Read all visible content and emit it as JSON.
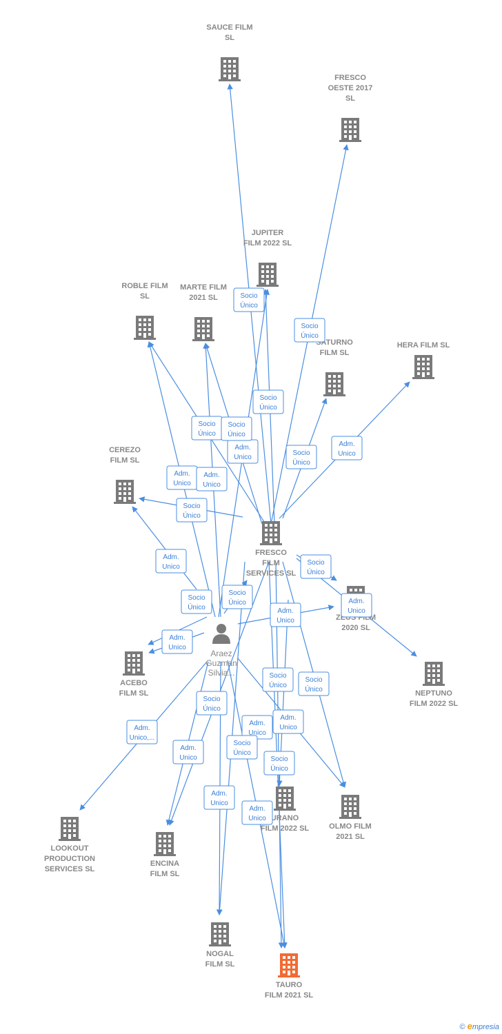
{
  "colors": {
    "edge": "#4a8ee0",
    "building": "#7a7a7a",
    "target": "#f26b33",
    "label": "#888888"
  },
  "person": {
    "id": "araez",
    "label": [
      "Araez",
      "Guzman",
      "Silvia..."
    ],
    "icon": "person-icon"
  },
  "nodes": [
    {
      "id": "sauce",
      "label": [
        "SAUCE FILM",
        "SL"
      ],
      "icon": "building-icon"
    },
    {
      "id": "fresco_oeste",
      "label": [
        "FRESCO",
        "OESTE 2017",
        "SL"
      ],
      "icon": "building-icon"
    },
    {
      "id": "jupiter",
      "label": [
        "JUPITER",
        "FILM 2022  SL"
      ],
      "icon": "building-icon"
    },
    {
      "id": "roble",
      "label": [
        "ROBLE FILM",
        "SL"
      ],
      "icon": "building-icon"
    },
    {
      "id": "marte",
      "label": [
        "MARTE FILM",
        "2021  SL"
      ],
      "icon": "building-icon"
    },
    {
      "id": "hera",
      "label": [
        "HERA FILM  SL"
      ],
      "icon": "building-icon"
    },
    {
      "id": "saturno",
      "label": [
        "SATURNO",
        "FILM  SL"
      ],
      "icon": "building-icon"
    },
    {
      "id": "cerezo",
      "label": [
        "CEREZO",
        "FILM  SL"
      ],
      "icon": "building-icon"
    },
    {
      "id": "fresco_services",
      "label": [
        "FRESCO",
        "FILM",
        "SERVICES SL"
      ],
      "icon": "building-icon"
    },
    {
      "id": "zeus",
      "label": [
        "ZEUS FILM",
        "2020  SL"
      ],
      "icon": "building-icon"
    },
    {
      "id": "neptuno",
      "label": [
        "NEPTUNO",
        "FILM 2022  SL"
      ],
      "icon": "building-icon"
    },
    {
      "id": "acebo",
      "label": [
        "ACEBO",
        "FILM  SL"
      ],
      "icon": "building-icon"
    },
    {
      "id": "lookout",
      "label": [
        "LOOKOUT",
        "PRODUCTION",
        "SERVICES SL"
      ],
      "icon": "building-icon"
    },
    {
      "id": "encina",
      "label": [
        "ENCINA",
        "FILM  SL"
      ],
      "icon": "building-icon"
    },
    {
      "id": "urano",
      "label": [
        "URANO",
        "FILM 2022  SL"
      ],
      "icon": "building-icon"
    },
    {
      "id": "olmo",
      "label": [
        "OLMO FILM",
        "2021  SL"
      ],
      "icon": "building-icon"
    },
    {
      "id": "nogal",
      "label": [
        "NOGAL",
        "FILM  SL"
      ],
      "icon": "building-icon"
    },
    {
      "id": "tauro",
      "label": [
        "TAURO",
        "FILM 2021  SL"
      ],
      "icon": "building-icon",
      "highlight": true
    }
  ],
  "edge_labels": [
    [
      "Socio",
      "Único"
    ],
    [
      "Socio",
      "Único"
    ],
    [
      "Socio",
      "Único"
    ],
    [
      "Socio",
      "Único"
    ],
    [
      "Adm.",
      "Unico"
    ],
    [
      "Socio",
      "Único"
    ],
    [
      "Socio",
      "Único"
    ],
    [
      "Adm.",
      "Unico"
    ],
    [
      "Adm.",
      "Unico"
    ],
    [
      "Socio",
      "Único"
    ],
    [
      "Adm.",
      "Unico"
    ],
    [
      "Adm.",
      "Unico"
    ],
    [
      "Socio",
      "Único"
    ],
    [
      "Socio",
      "Único"
    ],
    [
      "Socio",
      "Único"
    ],
    [
      "Adm.",
      "Unico"
    ],
    [
      "Adm.",
      "Unico"
    ],
    [
      "Adm.",
      "Unico"
    ],
    [
      "Socio",
      "Único"
    ],
    [
      "Socio",
      "Único"
    ],
    [
      "Adm.",
      "Unico,..."
    ],
    [
      "Socio",
      "Único"
    ],
    [
      "Adm.",
      "Unico"
    ],
    [
      "Adm.",
      "Unico"
    ],
    [
      "Socio",
      "Único"
    ],
    [
      "Socio",
      "Único"
    ],
    [
      "Adm.",
      "Unico"
    ],
    [
      "Adm.",
      "Unico"
    ],
    [
      "Adm.",
      "Unico"
    ]
  ],
  "footer": {
    "copyright": "©",
    "brand_initial": "e",
    "brand_rest": "mpresia"
  }
}
